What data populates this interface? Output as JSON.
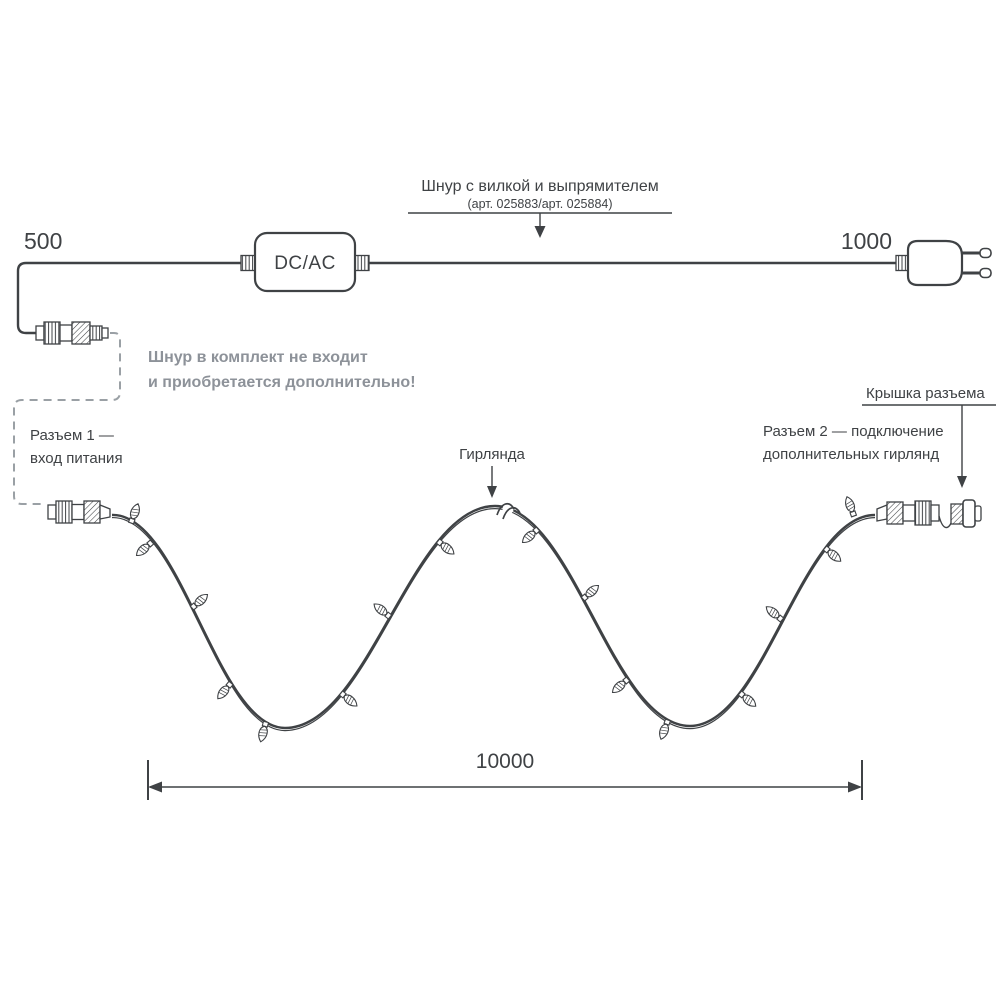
{
  "header": {
    "cord_label": "Шнур с вилкой и выпрямителем",
    "cord_art": "(арт. 025883/арт. 025884)"
  },
  "converter": {
    "label": "DC/AC"
  },
  "dims": {
    "left_cord": "500",
    "right_cord": "1000",
    "garland_total": "10000"
  },
  "note": {
    "line1": "Шнур в комплект не входит",
    "line2": "и приобретается дополнительно!"
  },
  "callouts": {
    "connector1_line1": "Разъем 1 —",
    "connector1_line2": "вход питания",
    "garland": "Гирлянда",
    "connector2_line1": "Разъем 2 — подключение",
    "connector2_line2": "дополнительных гирлянд",
    "cap": "Крышка разъема"
  },
  "colors": {
    "line": "#3f4245",
    "muted": "#8d9299",
    "dashed": "#9aa0a5"
  }
}
